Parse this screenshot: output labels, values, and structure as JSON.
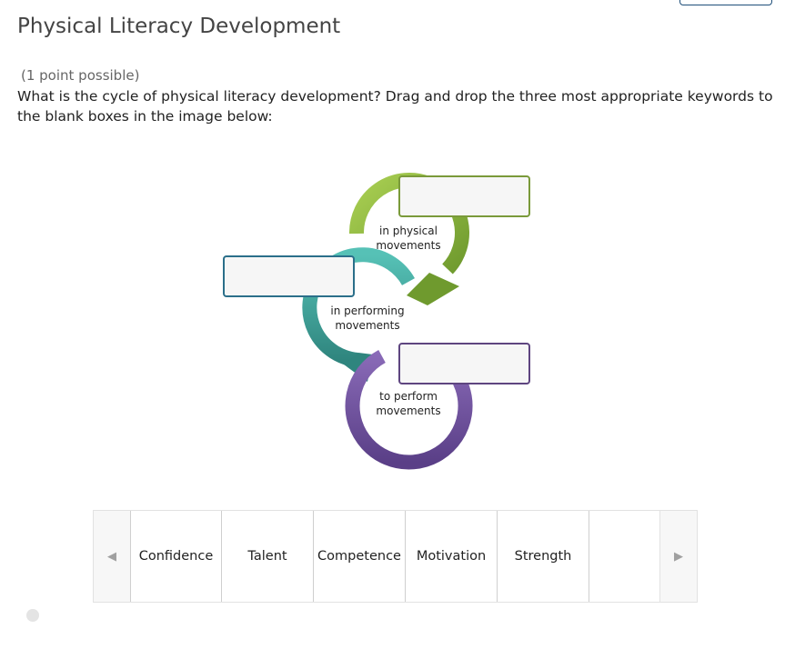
{
  "title": "Physical Literacy Development",
  "points": "(1 point possible)",
  "question": "What is the cycle of physical literacy development? Drag and drop the three most appropriate keywords to the blank boxes in the image below:",
  "diagram": {
    "cycles": [
      {
        "line1": "in physical",
        "line2": "movements",
        "color": "#8dbb3e"
      },
      {
        "line1": "in performing",
        "line2": "movements",
        "color": "#3aa8a0"
      },
      {
        "line1": "to perform",
        "line2": "movements",
        "color": "#6b4e9a"
      }
    ],
    "drop_zone_colors": [
      "#7a9a3a",
      "#2b6f8a",
      "#5e4580"
    ]
  },
  "carousel": {
    "prev_icon": "◀",
    "next_icon": "▶",
    "options": [
      "Confidence",
      "Talent",
      "Competence",
      "Motivation",
      "Strength",
      ""
    ]
  }
}
